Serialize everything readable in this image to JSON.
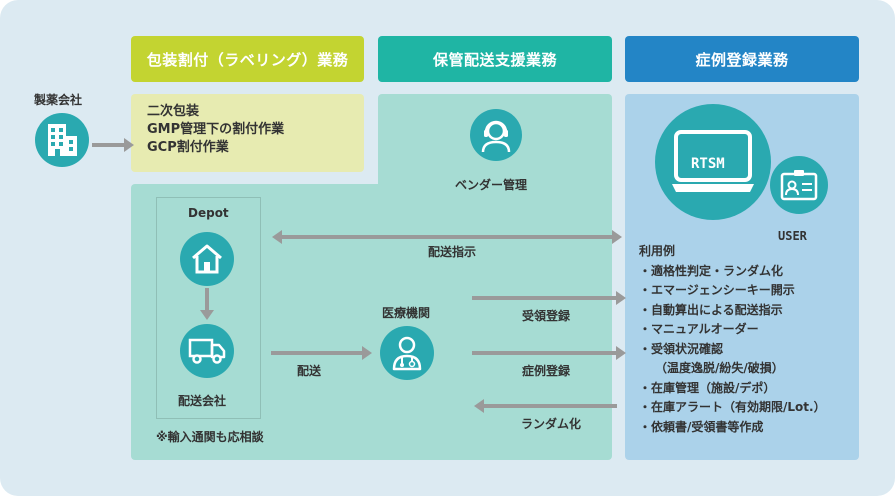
{
  "headers": {
    "labeling": "包装割付（ラベリング）業務",
    "delivery": "保管配送支援業務",
    "registration": "症例登録業務"
  },
  "pharma": {
    "label": "製薬会社",
    "icon": "building-icon"
  },
  "labeling_tasks": [
    "二次包装",
    "GMP管理下の割付作業",
    "GCP割付作業"
  ],
  "vendor": {
    "label": "ベンダー管理",
    "icon": "headset-operator-icon"
  },
  "depot": {
    "title": "Depot",
    "icon": "house-icon"
  },
  "delivery_company": {
    "label": "配送会社",
    "icon": "truck-icon"
  },
  "import_note": "※輸入通関も応相談",
  "medical": {
    "label": "医療機関",
    "icon": "doctor-icon"
  },
  "arrows": {
    "delivery_instruction": "配送指示",
    "delivery": "配送",
    "receipt_registration": "受領登録",
    "case_registration": "症例登録",
    "randomization": "ランダム化"
  },
  "rtsm": {
    "label": "RTSM",
    "icon": "monitor-icon"
  },
  "user": {
    "label": "USER",
    "icon": "id-card-icon"
  },
  "use_cases": {
    "title": "利用例",
    "items": [
      "・適格性判定・ランダム化",
      "・エマージェンシーキー開示",
      "・自動算出による配送指示",
      "・マニュアルオーダー",
      "・受領状況確認"
    ],
    "sub_item": "（温度逸脱/紛失/破損）",
    "items_after": [
      "・在庫管理（施設/デポ）",
      "・在庫アラート（有効期限/Lot.）",
      "・依頼書/受領書等作成"
    ]
  },
  "colors": {
    "background": "#dceaf2",
    "yellow": "#c3d431",
    "teal": "#1fb5a4",
    "blue": "#2385c6",
    "icon_circle": "#2aa9b0",
    "arrow": "#9a9a9a"
  }
}
